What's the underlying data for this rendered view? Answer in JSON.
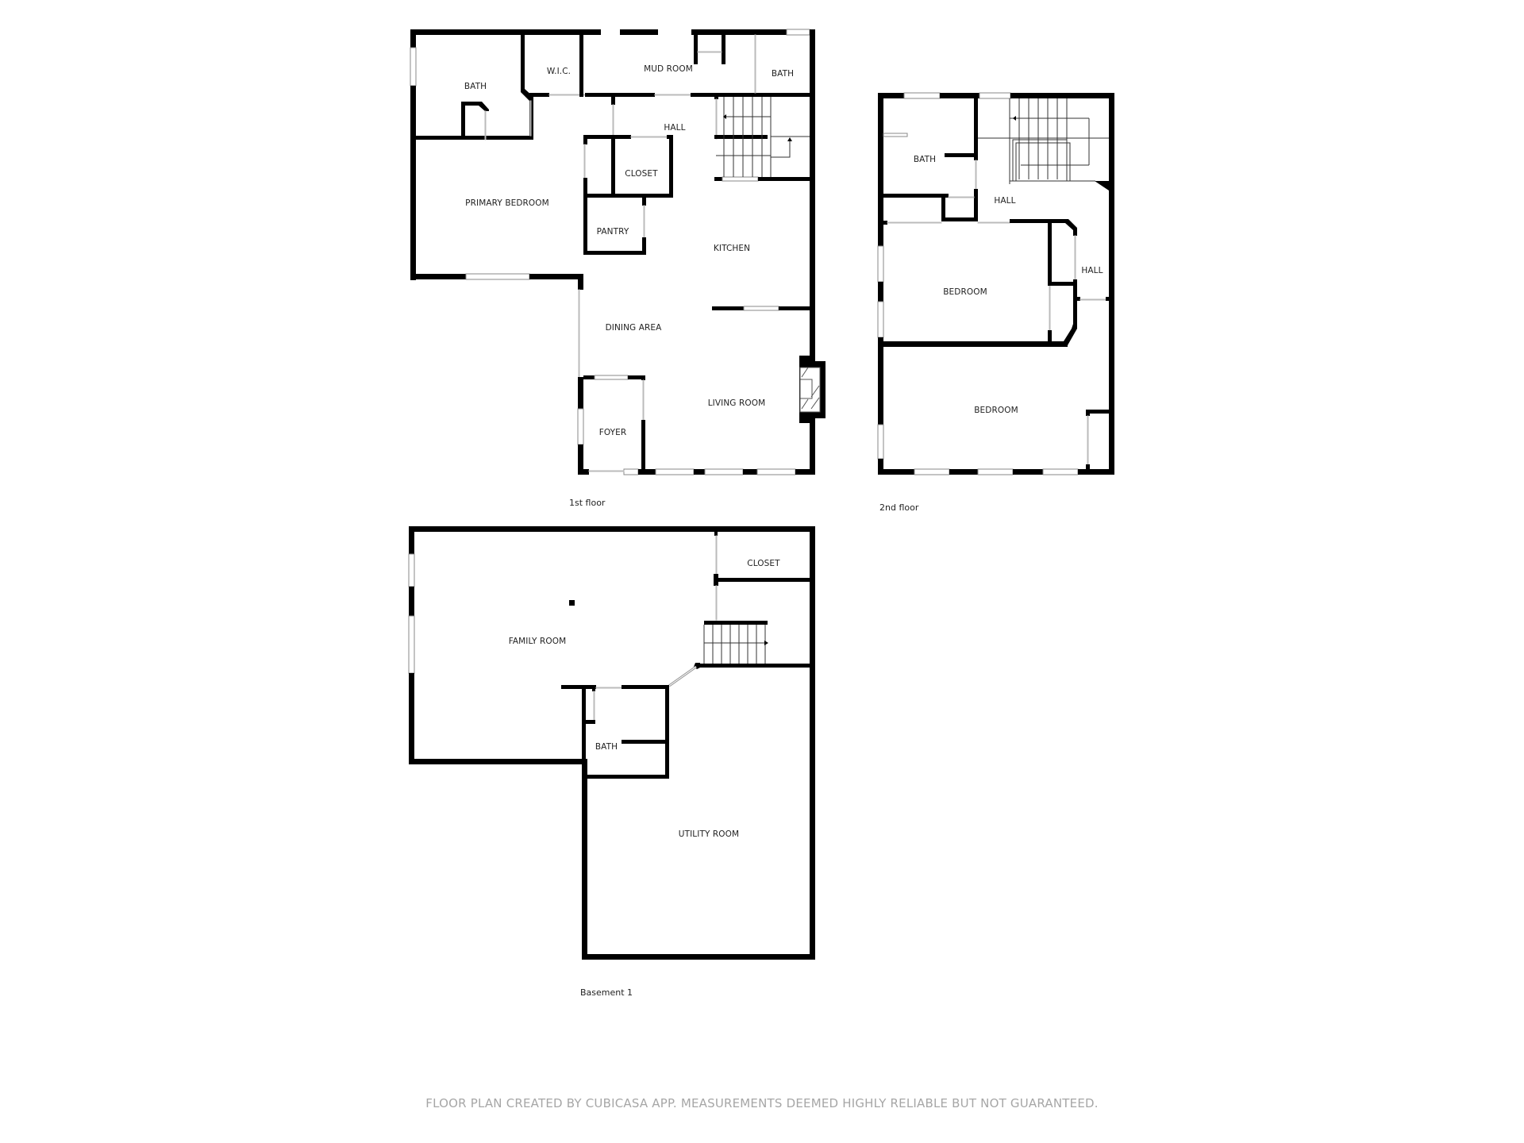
{
  "floors": [
    {
      "id": "first",
      "label": "1st floor",
      "rooms": {
        "bath_primary": "BATH",
        "wic": "W.I.C.",
        "mud_room": "MUD ROOM",
        "bath_half": "BATH",
        "hall": "HALL",
        "closet": "CLOSET",
        "primary_bedroom": "PRIMARY BEDROOM",
        "pantry": "PANTRY",
        "kitchen": "KITCHEN",
        "dining_area": "DINING AREA",
        "living_room": "LIVING ROOM",
        "foyer": "FOYER"
      }
    },
    {
      "id": "second",
      "label": "2nd floor",
      "rooms": {
        "bath": "BATH",
        "hall_upper": "HALL",
        "hall_side": "HALL",
        "bedroom_1": "BEDROOM",
        "bedroom_2": "BEDROOM"
      }
    },
    {
      "id": "basement",
      "label": "Basement 1",
      "rooms": {
        "closet": "CLOSET",
        "family_room": "FAMILY ROOM",
        "bath": "BATH",
        "utility_room": "UTILITY ROOM"
      }
    }
  ],
  "footer": {
    "disclaimer": "FLOOR PLAN CREATED BY CUBICASA APP. MEASUREMENTS DEEMED HIGHLY RELIABLE BUT NOT GUARANTEED."
  },
  "colors": {
    "wall": "#000000",
    "text": "#222222",
    "footer_text": "#a6a6a6",
    "background": "#ffffff"
  }
}
